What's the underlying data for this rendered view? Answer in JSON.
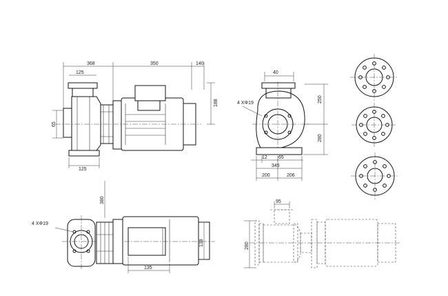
{
  "views": {
    "side": {
      "dim_top_left": "368",
      "dim_top_mid": "350",
      "dim_top_right": "140",
      "dim_suction": "125",
      "dim_height": "188",
      "dim_port": "65",
      "dim_foot": "125"
    },
    "front": {
      "dim_outlet": "40",
      "dim_outlet_h": "250",
      "dim_centre_h": "280",
      "dim_foot_small": "12",
      "dim_foot_mid": "65",
      "dim_base": "345",
      "dim_left": "200",
      "dim_right": "206",
      "holes_label": "4  XΦ19"
    },
    "plan": {
      "holes_label": "4  XΦ19",
      "dim_vertical": "380",
      "dim_motor_h": "138",
      "dim_motor_w": "135"
    },
    "rear": {
      "dim_top": "95",
      "dim_height": "280"
    }
  }
}
